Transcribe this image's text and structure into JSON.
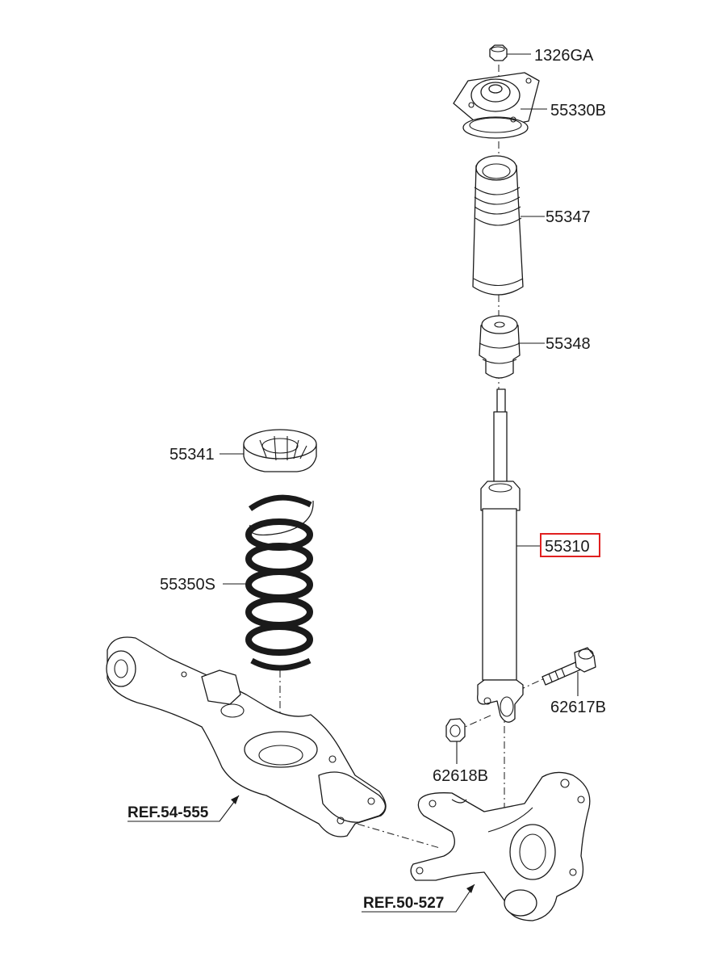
{
  "parts": [
    {
      "id": "nut-top",
      "code": "1326GA"
    },
    {
      "id": "strut-mount",
      "code": "55330B"
    },
    {
      "id": "dust-cover",
      "code": "55347"
    },
    {
      "id": "bump-stopper",
      "code": "55348"
    },
    {
      "id": "spring-pad",
      "code": "55341"
    },
    {
      "id": "coil-spring",
      "code": "55350S"
    },
    {
      "id": "shock-absorber",
      "code": "55310",
      "highlighted": true
    },
    {
      "id": "bolt",
      "code": "62617B"
    },
    {
      "id": "nut-lower",
      "code": "62618B"
    }
  ],
  "references": [
    {
      "id": "lower-arm-ref",
      "code": "REF.54-555"
    },
    {
      "id": "knuckle-ref",
      "code": "REF.50-527"
    }
  ],
  "highlight_color": "#e02020"
}
